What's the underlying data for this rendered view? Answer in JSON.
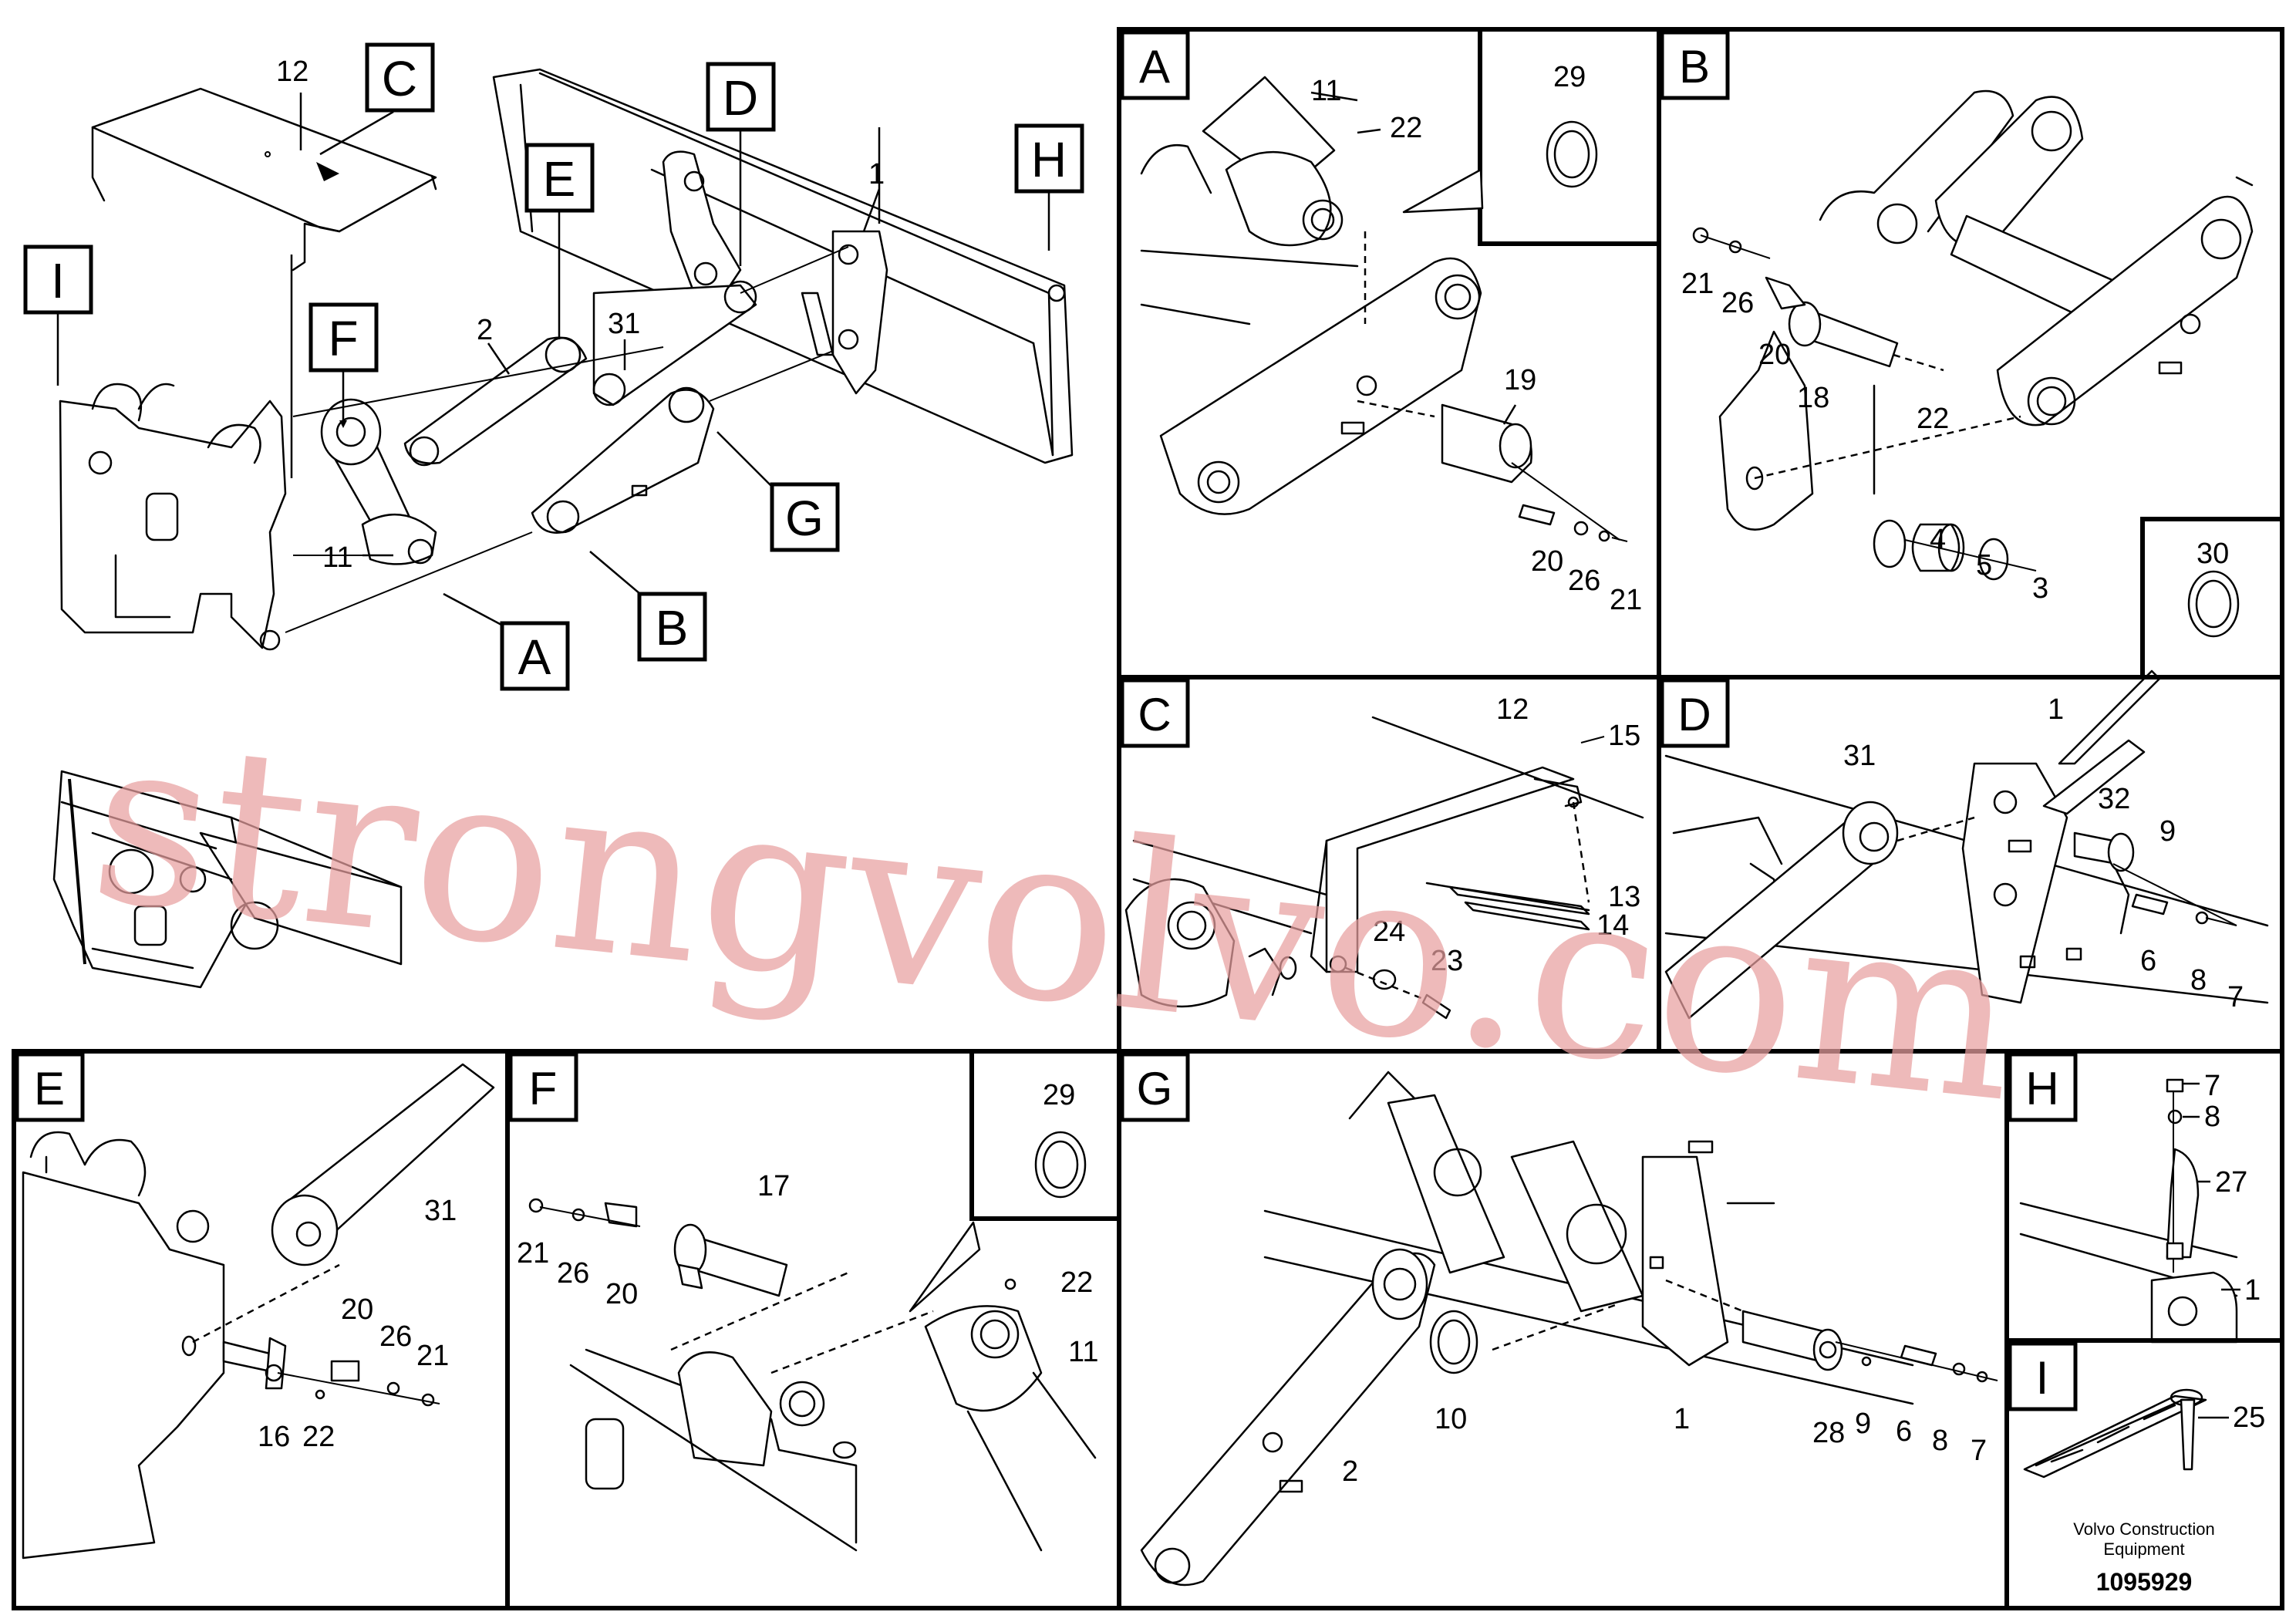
{
  "overview": {
    "tags": [
      "C",
      "D",
      "E",
      "H",
      "I",
      "F",
      "G",
      "A",
      "B"
    ],
    "numbers": [
      "12",
      "1",
      "2",
      "31",
      "11"
    ]
  },
  "panels": {
    "A": {
      "letter": "A",
      "numbers": [
        "11",
        "22",
        "29",
        "19",
        "20",
        "26",
        "21"
      ]
    },
    "B": {
      "letter": "B",
      "numbers": [
        "21",
        "26",
        "20",
        "18",
        "22",
        "4",
        "5",
        "3",
        "30"
      ]
    },
    "C": {
      "letter": "C",
      "numbers": [
        "12",
        "15",
        "13",
        "14",
        "24",
        "23"
      ]
    },
    "D": {
      "letter": "D",
      "numbers": [
        "1",
        "31",
        "32",
        "9",
        "6",
        "8",
        "7"
      ]
    },
    "E": {
      "letter": "E",
      "numbers": [
        "31",
        "20",
        "26",
        "21",
        "16",
        "22"
      ]
    },
    "F": {
      "letter": "F",
      "numbers": [
        "29",
        "17",
        "21",
        "26",
        "20",
        "22",
        "11"
      ]
    },
    "G": {
      "letter": "G",
      "numbers": [
        "2",
        "10",
        "1",
        "28",
        "9",
        "6",
        "8",
        "7"
      ]
    },
    "H": {
      "letter": "H",
      "numbers": [
        "7",
        "8",
        "27",
        "1"
      ]
    },
    "I": {
      "letter": "I",
      "numbers": [
        "25"
      ]
    }
  },
  "footer": {
    "company_line1": "Volvo Construction",
    "company_line2": "Equipment",
    "doc_number": "1095929"
  },
  "watermark": "strongvolvo.com"
}
